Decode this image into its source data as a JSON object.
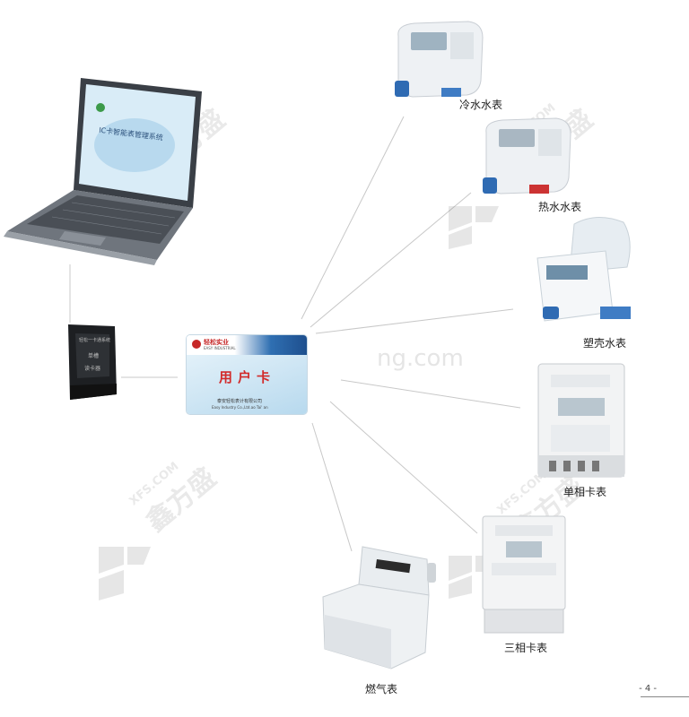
{
  "card": {
    "brand": "轻松实业",
    "brand_en": "EASY INDUSTRIAL",
    "title": "用户卡",
    "company": "泰安轻松表计有限公司",
    "company_en": "Easy Industry Co.,Ltd.ao Tai' an"
  },
  "laptop": {
    "screen_title": "IC卡智能表管理系统"
  },
  "reader": {
    "line1": "轻松一卡通系统",
    "line2": "单槽",
    "line3": "读卡器"
  },
  "devices": [
    {
      "id": "cold",
      "label": "冷水水表"
    },
    {
      "id": "hot",
      "label": "热水水表"
    },
    {
      "id": "plastic",
      "label": "塑壳水表"
    },
    {
      "id": "single",
      "label": "单相卡表"
    },
    {
      "id": "three",
      "label": "三相卡表"
    },
    {
      "id": "gas",
      "label": "燃气表"
    }
  ],
  "watermark": {
    "text": "鑫方盛",
    "sub": "XFS.COM",
    "center": "ng.com"
  },
  "page": {
    "number": "- 4 -"
  }
}
